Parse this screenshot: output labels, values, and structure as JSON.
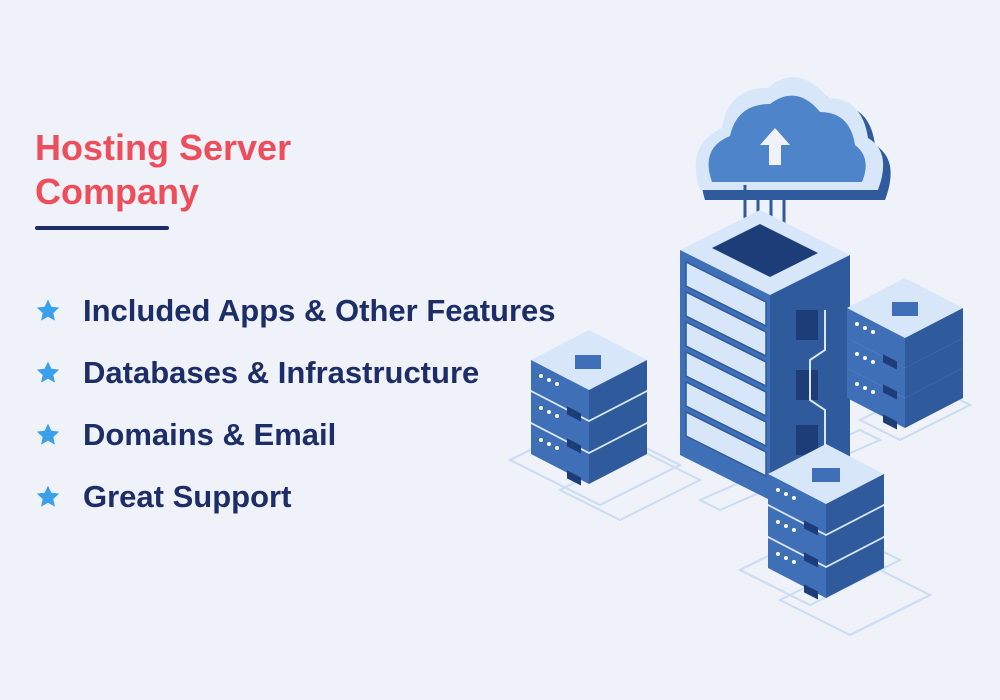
{
  "heading": {
    "line1": "Hosting Server",
    "line2": "Company"
  },
  "features": [
    {
      "label": "Included Apps & Other Features",
      "icon": "star-icon"
    },
    {
      "label": "Databases & Infrastructure",
      "icon": "star-icon"
    },
    {
      "label": "Domains & Email",
      "icon": "star-icon"
    },
    {
      "label": "Great Support",
      "icon": "star-icon"
    }
  ],
  "colors": {
    "background": "#eff2f8",
    "heading": "#ee4e5c",
    "text": "#1d2d68",
    "star": "#3aa0ea",
    "server_blue": "#3f6fb6",
    "server_light": "#d7e6f8"
  },
  "illustration": "server-cloud-illustration"
}
